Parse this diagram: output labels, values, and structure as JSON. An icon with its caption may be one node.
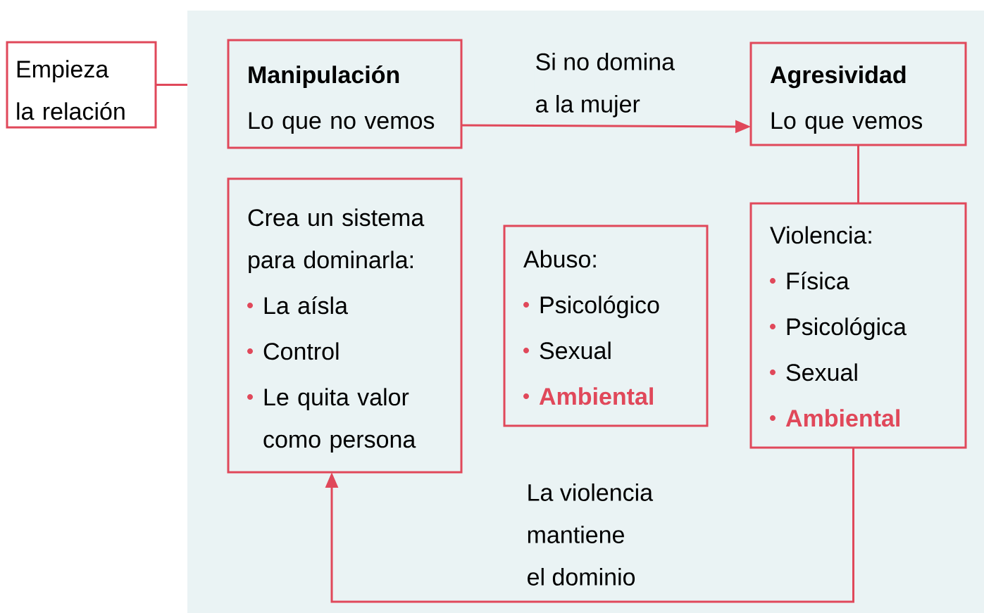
{
  "diagram": {
    "nodes": [
      {
        "text": [],
        "shape": "box"
      },
      {
        "text": [
          "Empieza la relación"
        ]
      },
      {
        "text": [
          "Manipulación",
          "Lo que no vemos"
        ],
        "in": 0
      },
      {
        "text": [
          "Agresividad",
          "Lo que vemos"
        ],
        "in": 0
      },
      {
        "text": [
          "Crea un sistema para dominarla:",
          "La aísla",
          "Control",
          "Le quita valor como persona"
        ],
        "in": 0
      },
      {
        "text": [
          "Abuso:",
          "Psicológico",
          "Sexual",
          "Ambiental"
        ],
        "in": 0
      },
      {
        "text": [
          "Violencia:",
          "Física",
          "Psicológica",
          "Sexual",
          "Ambiental"
        ],
        "in": 0
      }
    ],
    "edges": [
      {
        "from": 1,
        "to": 0,
        "arrow": "none"
      },
      {
        "from": 2,
        "to": 3,
        "arrow": "to",
        "label": "Si no domina a la mujer"
      },
      {
        "from": 3,
        "to": 6,
        "arrow": "none"
      },
      {
        "from": 6,
        "to": 4,
        "arrow": "to",
        "label": "La violencia mantiene el dominio"
      }
    ]
  }
}
